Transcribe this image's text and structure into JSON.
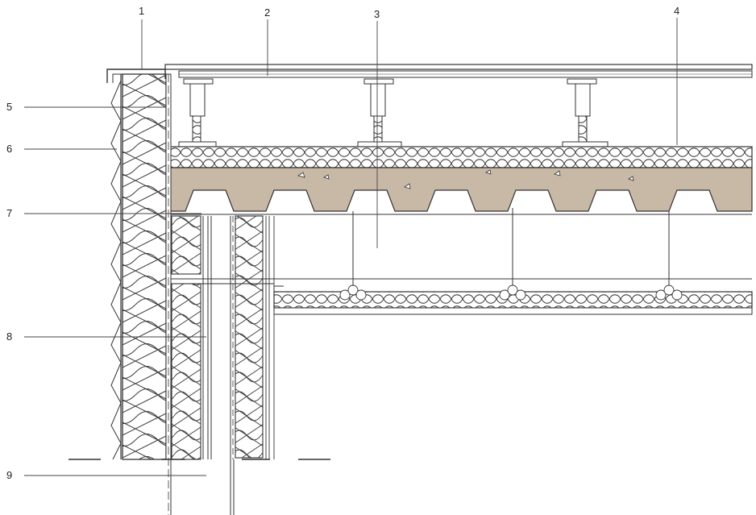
{
  "diagram": {
    "callouts": {
      "c1": "1",
      "c2": "2",
      "c3": "3",
      "c4": "4",
      "c5": "5",
      "c6": "6",
      "c7": "7",
      "c8": "8",
      "c9": "9"
    },
    "colors": {
      "line": "#333333",
      "concrete": "#c8b8a6",
      "insulation": "#ffffff",
      "background": "#ffffff"
    }
  }
}
